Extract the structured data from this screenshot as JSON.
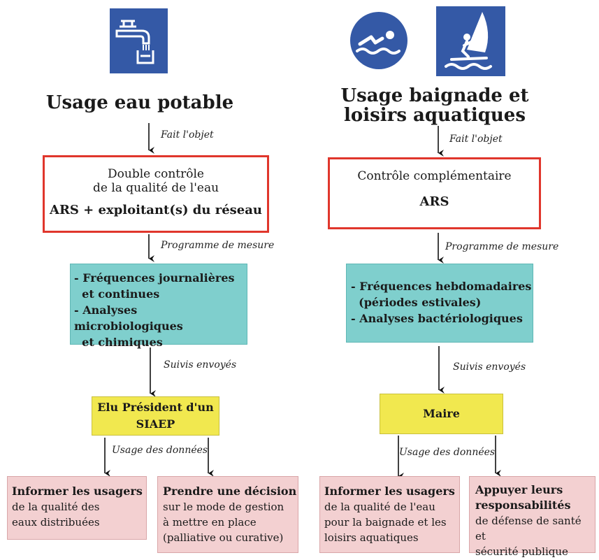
{
  "left": {
    "title": "Usage eau potable",
    "arrow1_label": "Fait l'objet",
    "control_line1": "Double contrôle",
    "control_line2": "de la qualité de l'eau",
    "control_actors": "ARS + exploitant(s) du réseau",
    "arrow2_label": "Programme de mesure",
    "measures": [
      "- Fréquences journalières",
      "  et continues",
      "- Analyses microbiologiques",
      "  et chimiques"
    ],
    "arrow3_label": "Suivis envoyés",
    "recipient_line1": "Elu Président d'un",
    "recipient_line2": "SIAEP",
    "arrow4_label": "Usage des données",
    "use1_title": "Informer les usagers",
    "use1_lines": [
      "de la qualité des",
      "eaux distribuées"
    ],
    "use2_title": "Prendre une décision",
    "use2_lines": [
      "sur le mode de gestion",
      "à mettre en place",
      "(palliative ou curative)"
    ]
  },
  "right": {
    "title_line1": "Usage baignade et",
    "title_line2": "loisirs aquatiques",
    "arrow1_label": "Fait l'objet",
    "control_line1": "Contrôle complémentaire",
    "control_actors": "ARS",
    "arrow2_label": "Programme de mesure",
    "measures": [
      "- Fréquences hebdomadaires",
      "  (périodes estivales)",
      "- Analyses bactériologiques"
    ],
    "arrow3_label": "Suivis envoyés",
    "recipient": "Maire",
    "arrow4_label": "Usage des données",
    "use1_title": "Informer les usagers",
    "use1_lines": [
      "de la qualité de l'eau",
      "pour la baignade et les",
      "loisirs aquatiques"
    ],
    "use2_title_line1": "Appuyer leurs",
    "use2_title_line2": "responsabilités",
    "use2_lines": [
      "de défense de santé et",
      "sécurité publique"
    ]
  },
  "icons": [
    "drinking-water-tap-icon",
    "swimming-icon",
    "windsurfing-icon"
  ],
  "colors": {
    "icon_blue": "#3459a6",
    "control_border": "#e0362c",
    "measure_fill": "#7fcfcd",
    "recipient_fill": "#f1e84f",
    "use_fill": "#f3d0d1"
  }
}
